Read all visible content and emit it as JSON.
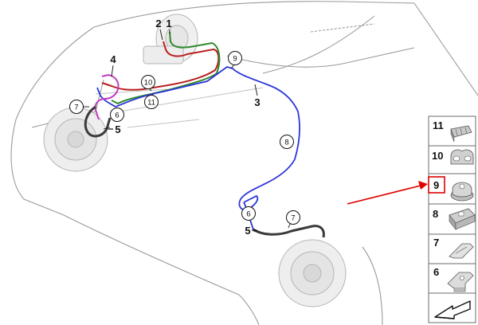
{
  "colors": {
    "line_blue": "#2b35d9",
    "line_red": "#b81f1f",
    "line_green": "#2f8a2f",
    "line_magenta": "#c23cc2",
    "hose_dark": "#3a3a3a",
    "outline_gray": "#8c8c8c",
    "highlight_red": "#e00000"
  },
  "callouts": {
    "label_1": "1",
    "label_2": "2",
    "label_3": "3",
    "label_4": "4",
    "label_5_front": "5",
    "label_5_rear": "5",
    "circle_9": "9",
    "circle_10": "10",
    "circle_11": "11",
    "circle_7_front": "7",
    "circle_6_front": "6",
    "circle_8": "8",
    "circle_6_rear": "6",
    "circle_7_rear": "7"
  },
  "parts_panel": {
    "items": [
      {
        "number": "11",
        "icon": "clip-11-icon"
      },
      {
        "number": "10",
        "icon": "clip-10-icon"
      },
      {
        "number": "9",
        "icon": "clip-9-icon",
        "highlighted": true
      },
      {
        "number": "8",
        "icon": "clip-8-icon"
      },
      {
        "number": "7",
        "icon": "clip-7-icon"
      },
      {
        "number": "6",
        "icon": "bracket-6-icon"
      }
    ],
    "footer_icon": "direction-arrow-icon"
  }
}
